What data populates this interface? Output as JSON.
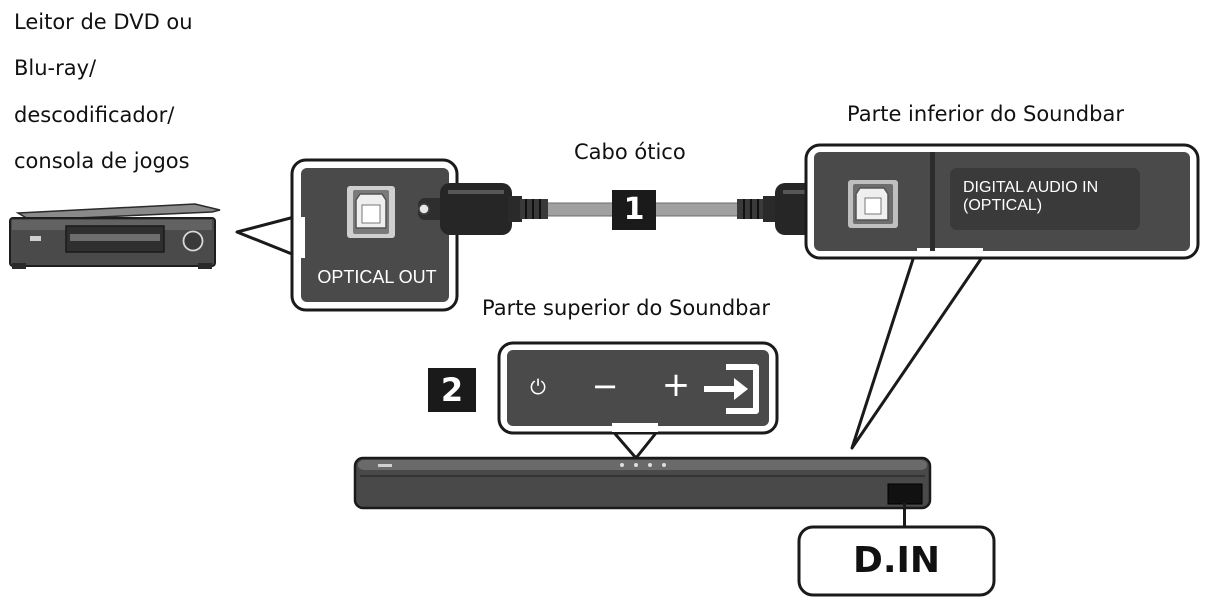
{
  "labels": {
    "source_device": [
      "Leitor de DVD ou",
      "Blu-ray/",
      "descodificador/",
      "consola de jogos"
    ],
    "cable": "Cabo ótico",
    "soundbar_bottom": "Parte inferior do Soundbar",
    "soundbar_top": "Parte superior do Soundbar"
  },
  "ports": {
    "optical_out": "OPTICAL OUT",
    "digital_audio_in": [
      "DIGITAL AUDIO IN",
      "(OPTICAL)"
    ]
  },
  "steps": [
    "1",
    "2"
  ],
  "controls": {
    "power": "⏻",
    "volume_down": "−",
    "volume_up": "+",
    "source": "input-source-icon"
  },
  "display": "D.IN",
  "colors": {
    "panel_dark": "#3d3d3d",
    "panel_mid": "#5a5a5a",
    "cable_gray": "#9a9a9a",
    "ink": "#111111"
  }
}
